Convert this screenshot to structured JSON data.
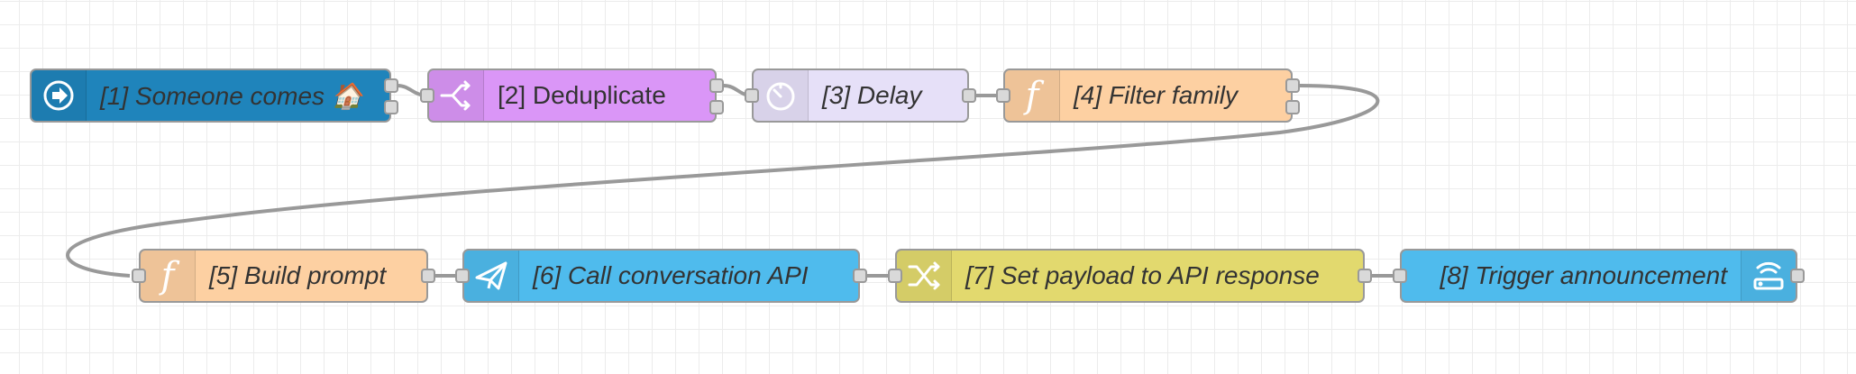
{
  "canvas": {
    "grid": true,
    "nodes": [
      {
        "id": "n1",
        "label": "[1] Someone comes 🏠",
        "color": "#1f84bb",
        "icon": "inject-icon",
        "italic": true,
        "light": false
      },
      {
        "id": "n2",
        "label": "[2] Deduplicate",
        "color": "#da96f7",
        "icon": "split-arrows-icon",
        "italic": false,
        "light": false
      },
      {
        "id": "n3",
        "label": "[3] Delay",
        "color": "#e6e0f8",
        "icon": "timer-icon",
        "italic": true,
        "light": false
      },
      {
        "id": "n4",
        "label": "[4] Filter family",
        "color": "#fdd0a2",
        "icon": "function-icon",
        "italic": true,
        "light": false
      },
      {
        "id": "n5",
        "label": "[5] Build prompt",
        "color": "#fdd0a2",
        "icon": "function-icon",
        "italic": true,
        "light": false
      },
      {
        "id": "n6",
        "label": "[6] Call conversation API",
        "color": "#4fbbed",
        "icon": "paper-plane-icon",
        "italic": true,
        "light": false
      },
      {
        "id": "n7",
        "label": "[7] Set payload to API response",
        "color": "#e2d96e",
        "icon": "shuffle-icon",
        "italic": true,
        "light": false
      },
      {
        "id": "n8",
        "label": "[8] Trigger announcement",
        "color": "#4fbbed",
        "icon": "router-icon",
        "italic": true,
        "light": false
      }
    ]
  }
}
